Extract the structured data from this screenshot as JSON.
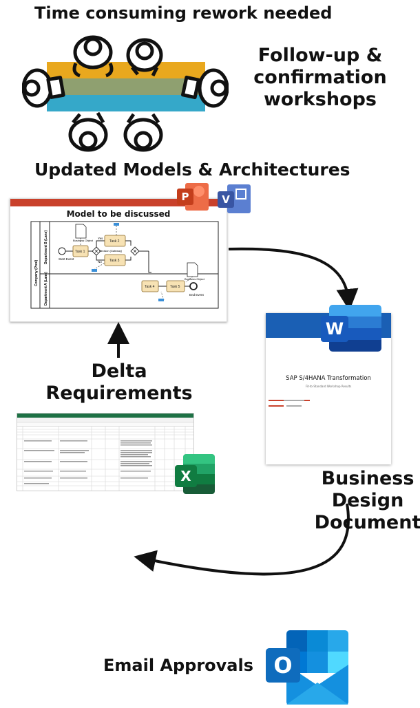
{
  "top_title": "Time consuming rework needed",
  "workshop_label_lines": [
    "Follow-up &",
    "confirmation",
    "workshops"
  ],
  "models_title": "Updated Models & Architectures",
  "model_card": {
    "title": "Model to be discussed",
    "lane_outer": "Company (Pool)",
    "lane_b": "Department B (Lane)",
    "lane_a": "Department A (Lane)",
    "start_event": "Start Event",
    "end_event": "End Event",
    "business_object_1": "Business Object",
    "business_object_2": "Business Object",
    "task1": "Task 1",
    "task2": "Task 2",
    "task3": "Task 3",
    "task4": "Task 4",
    "task5": "Task 5",
    "yes_label": "Yes",
    "no_label": "No",
    "decision": "Decision (Gateway)"
  },
  "delta_lines": [
    "Delta",
    "Requirements"
  ],
  "word_doc": {
    "title": "SAP S/4HANA Transformation",
    "subtitle": "Fit-to-Standard Workshop Results"
  },
  "business_design_lines": [
    "Business",
    "Design",
    "Document"
  ],
  "email_label": "Email Approvals",
  "icons": {
    "powerpoint": "P",
    "visio": "V",
    "word": "W",
    "excel": "X",
    "outlook": "O"
  },
  "colors": {
    "red_bar": "#c9412b",
    "word_blue": "#185abd",
    "excel_green": "#107c41",
    "outlook_blue": "#0f6cbd",
    "ppt_orange": "#c43e1c",
    "visio_blue": "#3955a3"
  }
}
